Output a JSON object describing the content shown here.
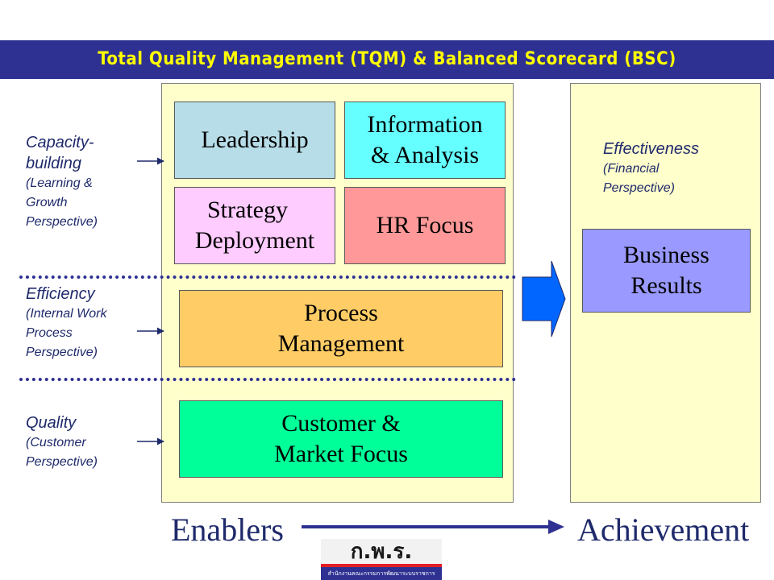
{
  "title": "Total Quality Management (TQM) & Balanced Scorecard (BSC)",
  "boxes": {
    "leadership": "Leadership",
    "information_line1": "Information",
    "information_line2": "& Analysis",
    "strategy_line1": "Strategy",
    "strategy_line2": "Deployment",
    "hr_focus": "HR Focus",
    "process_line1": "Process",
    "process_line2": "Management",
    "customer_line1": "Customer &",
    "customer_line2": "Market Focus",
    "business_line1": "Business",
    "business_line2": "Results"
  },
  "perspectives": {
    "capacity_line1": "Capacity-",
    "capacity_line2": "building",
    "capacity_sub1": "(Learning &",
    "capacity_sub2": "Growth",
    "capacity_sub3": "Perspective)",
    "efficiency_main": "Efficiency",
    "efficiency_sub1": "(Internal Work",
    "efficiency_sub2": "Process",
    "efficiency_sub3": "Perspective)",
    "quality_main": "Quality",
    "quality_sub1": "(Customer",
    "quality_sub2": "Perspective)",
    "effectiveness_main": "Effectiveness",
    "effectiveness_sub1": "(Financial",
    "effectiveness_sub2": "Perspective)"
  },
  "footer": {
    "enablers": "Enablers",
    "achievement": "Achievement"
  },
  "logo": {
    "letters": "ก.พ.ร.",
    "caption": "สำนักงานคณะกรรมการพัฒนาระบบราชการ"
  },
  "colors": {
    "title_bar": "#2e3192",
    "title_text": "#ffff00",
    "panel": "#ffffcc",
    "leadership": "#b7dde8",
    "information": "#66ffff",
    "strategy": "#ffccff",
    "hr_focus": "#ff9999",
    "process": "#ffcc66",
    "customer": "#00ff99",
    "business": "#9999ff",
    "arrow": "#0066ff"
  }
}
